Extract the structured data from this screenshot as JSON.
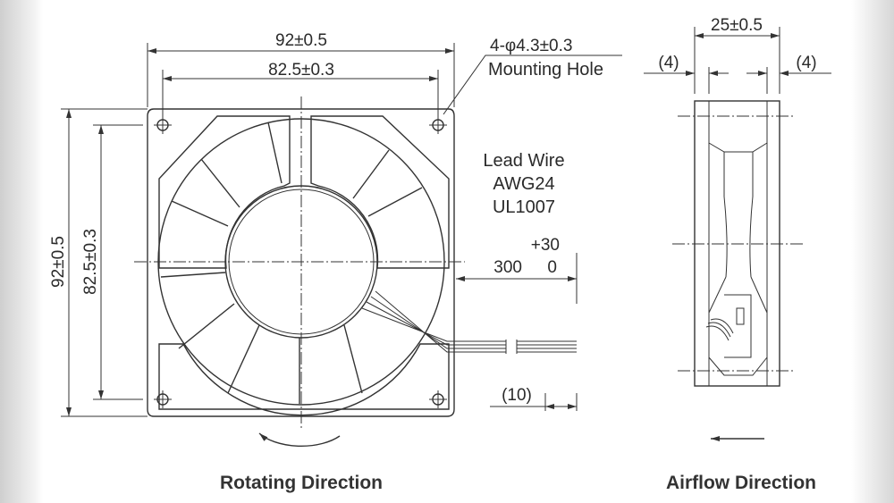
{
  "front_view": {
    "width_outer": "92±0.5",
    "width_hole_pitch": "82.5±0.3",
    "height_outer": "92±0.5",
    "height_hole_pitch": "82.5±0.3",
    "mounting_hole_spec": "4-φ4.3±0.3",
    "mounting_hole_label": "Mounting Hole",
    "lead_wire": [
      "Lead Wire",
      "AWG24",
      "UL1007"
    ],
    "lead_length": "300",
    "lead_tol_upper": "+30",
    "lead_tol_lower": "0",
    "strip_length": "(10)",
    "caption": "Rotating Direction"
  },
  "side_view": {
    "depth": "25±0.5",
    "left_offset": "(4)",
    "right_offset": "(4)",
    "caption": "Airflow Direction"
  }
}
